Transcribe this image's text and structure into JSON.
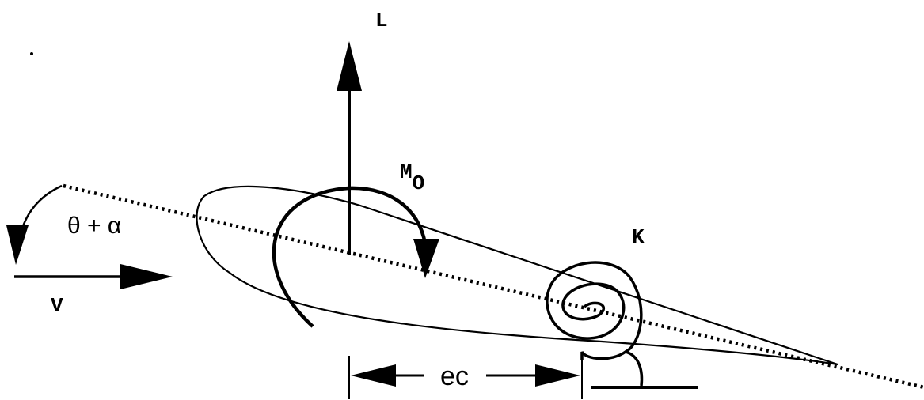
{
  "labels": {
    "lift": "L",
    "moment": "M",
    "moment_subscript": "O",
    "angle": "θ + α",
    "velocity": "V",
    "spring": "K",
    "offset": "ec"
  },
  "colors": {
    "ink": "#000000",
    "background": "#ffffff"
  }
}
